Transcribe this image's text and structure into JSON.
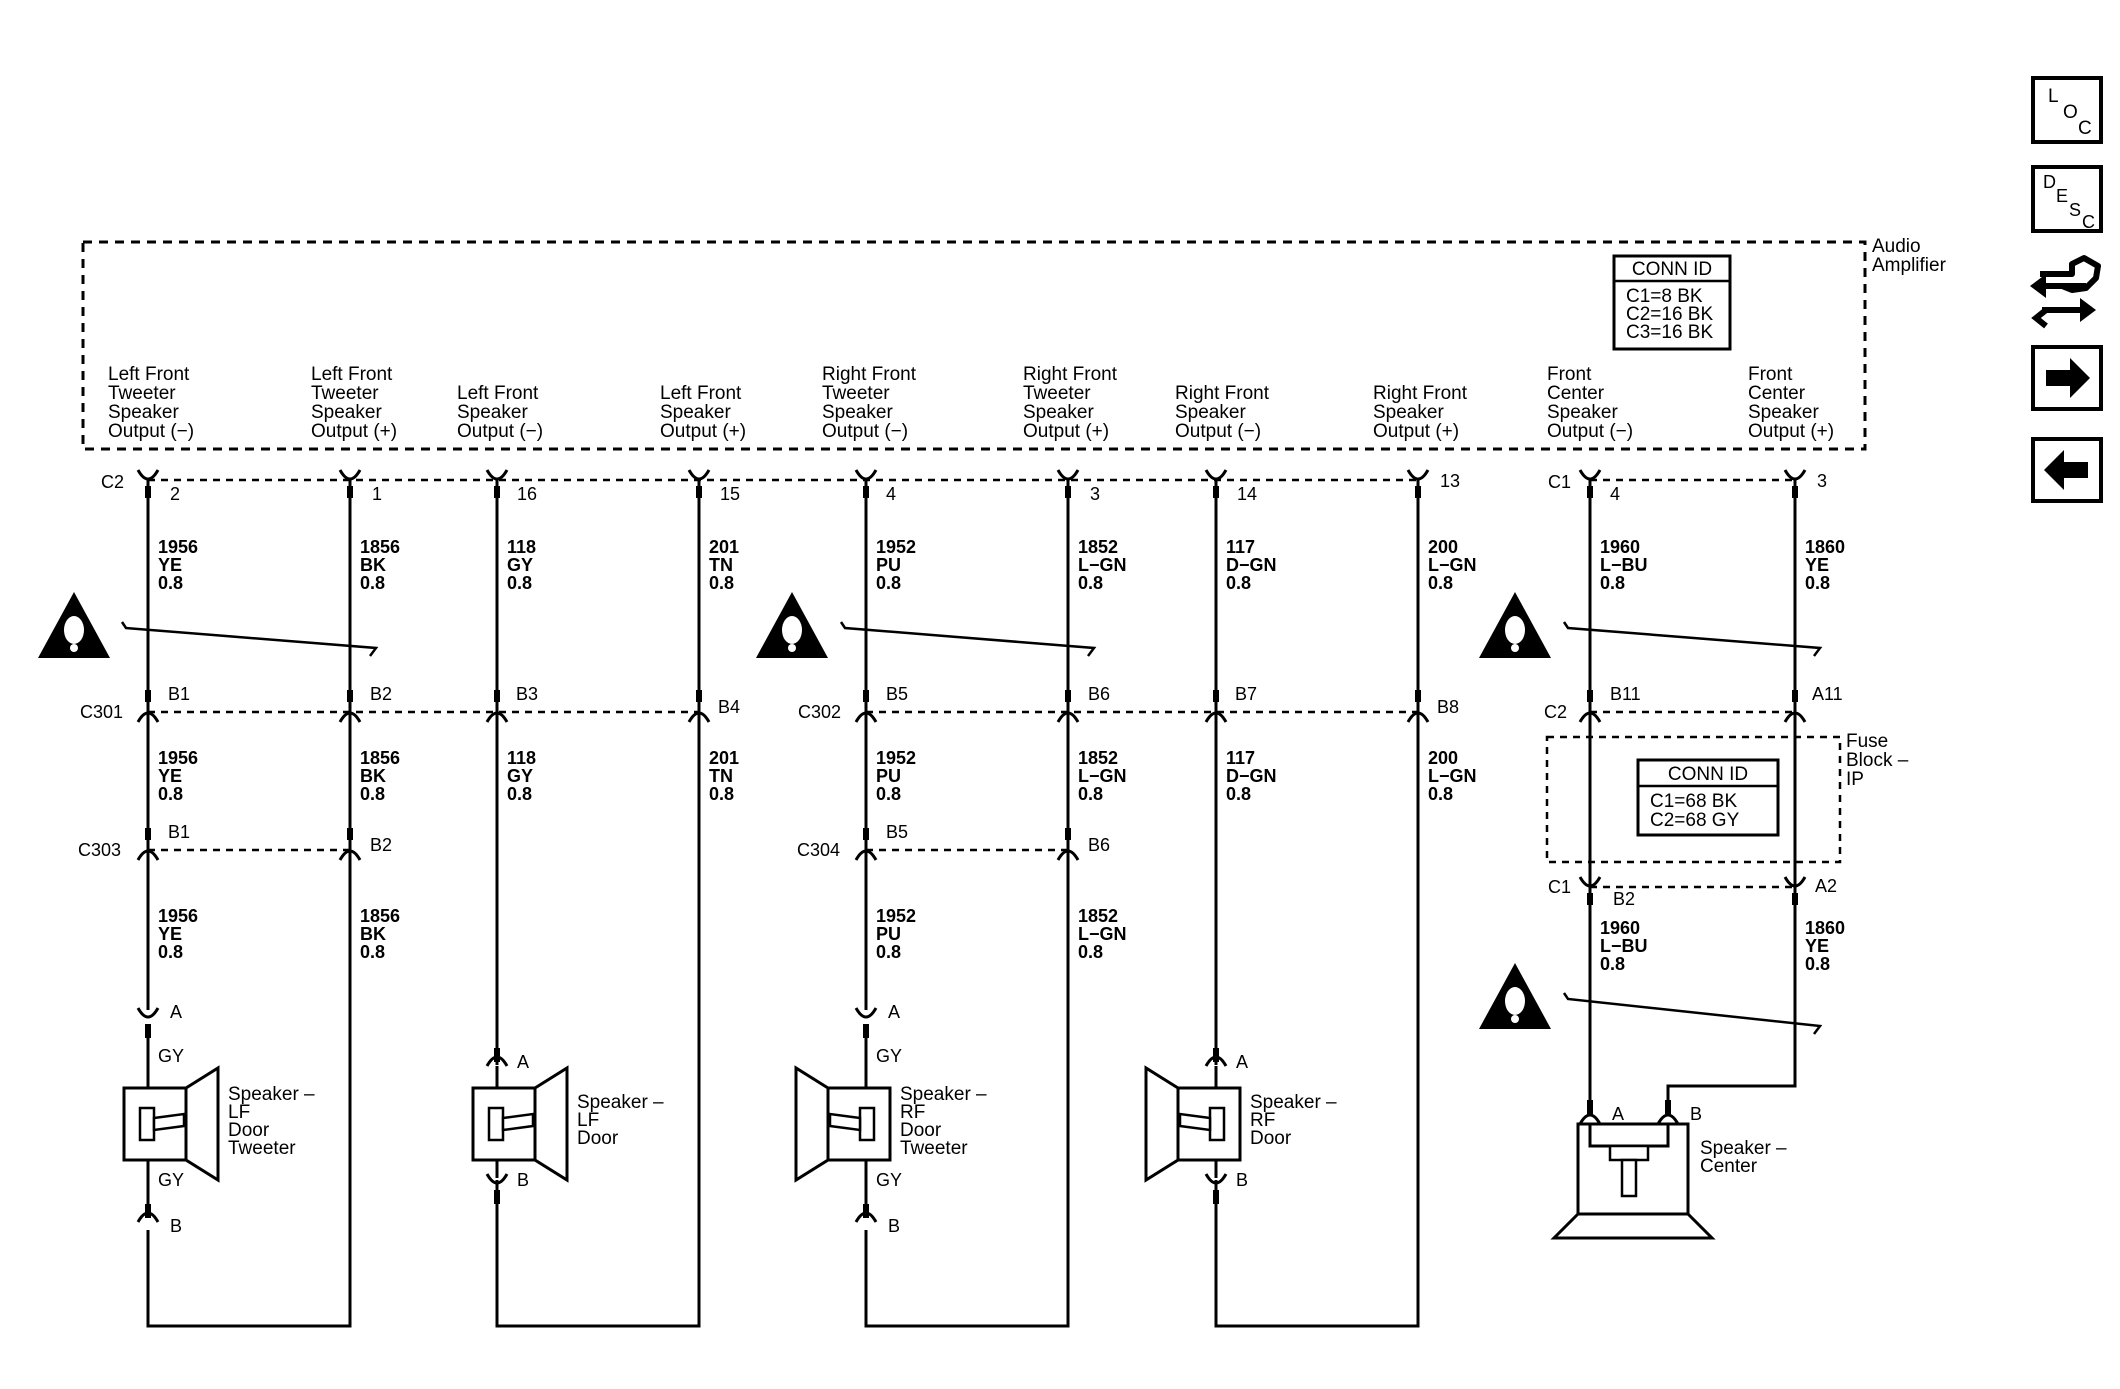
{
  "amplifier": {
    "title": [
      "Audio",
      "Amplifier"
    ],
    "conn_id": {
      "heading": "CONN ID",
      "rows": [
        "C1=8 BK",
        "C2=16 BK",
        "C3=16 BK"
      ]
    },
    "outputs": [
      [
        "Left Front",
        "Tweeter",
        "Speaker",
        "Output (−)"
      ],
      [
        "Left Front",
        "Tweeter",
        "Speaker",
        "Output (+)"
      ],
      [
        "Left Front",
        "Speaker",
        "Output (−)"
      ],
      [
        "Left Front",
        "Speaker",
        "Output (+)"
      ],
      [
        "Right Front",
        "Tweeter",
        "Speaker",
        "Output (−)"
      ],
      [
        "Right Front",
        "Tweeter",
        "Speaker",
        "Output (+)"
      ],
      [
        "Right Front",
        "Speaker",
        "Output (−)"
      ],
      [
        "Right Front",
        "Speaker",
        "Output (+)"
      ],
      [
        "Front",
        "Center",
        "Speaker",
        "Output (−)"
      ],
      [
        "Front",
        "Center",
        "Speaker",
        "Output (+)"
      ]
    ]
  },
  "connectors": {
    "c2": "C2",
    "c1": "C1",
    "c301": "C301",
    "c302": "C302",
    "c303": "C303",
    "c304": "C304",
    "fuse_c2": "C2",
    "fuse_c1": "C1"
  },
  "amp_pins": [
    "2",
    "1",
    "16",
    "15",
    "4",
    "3",
    "14",
    "13",
    "4",
    "3"
  ],
  "c301_pins": [
    "B1",
    "B2",
    "B3",
    "B4"
  ],
  "c302_pins": [
    "B5",
    "B6",
    "B7",
    "B8"
  ],
  "c303_pins": [
    "B1",
    "B2"
  ],
  "c304_pins": [
    "B5",
    "B6"
  ],
  "fuse_pins": {
    "top": [
      "B11",
      "A11"
    ],
    "bottom": [
      "B2",
      "A2"
    ]
  },
  "wires_top": [
    [
      "1956",
      "YE",
      "0.8"
    ],
    [
      "1856",
      "BK",
      "0.8"
    ],
    [
      "118",
      "GY",
      "0.8"
    ],
    [
      "201",
      "TN",
      "0.8"
    ],
    [
      "1952",
      "PU",
      "0.8"
    ],
    [
      "1852",
      "L−GN",
      "0.8"
    ],
    [
      "117",
      "D−GN",
      "0.8"
    ],
    [
      "200",
      "L−GN",
      "0.8"
    ],
    [
      "1960",
      "L−BU",
      "0.8"
    ],
    [
      "1860",
      "YE",
      "0.8"
    ]
  ],
  "wires_mid": [
    [
      "1956",
      "YE",
      "0.8"
    ],
    [
      "1856",
      "BK",
      "0.8"
    ],
    [
      "118",
      "GY",
      "0.8"
    ],
    [
      "201",
      "TN",
      "0.8"
    ],
    [
      "1952",
      "PU",
      "0.8"
    ],
    [
      "1852",
      "L−GN",
      "0.8"
    ],
    [
      "117",
      "D−GN",
      "0.8"
    ],
    [
      "200",
      "L−GN",
      "0.8"
    ]
  ],
  "wires_low": [
    [
      "1956",
      "YE",
      "0.8"
    ],
    [
      "1856",
      "BK",
      "0.8"
    ],
    [
      "1952",
      "PU",
      "0.8"
    ],
    [
      "1852",
      "L−GN",
      "0.8"
    ],
    [
      "1960",
      "L−BU",
      "0.8"
    ],
    [
      "1860",
      "YE",
      "0.8"
    ]
  ],
  "fuse_block": {
    "title": [
      "Fuse",
      "Block –",
      "IP"
    ],
    "conn_id": {
      "heading": "CONN ID",
      "rows": [
        "C1=68 BK",
        "C2=68 GY"
      ]
    }
  },
  "speakers": {
    "lf_tweeter": [
      "Speaker –",
      "LF",
      "Door",
      "Tweeter"
    ],
    "lf_door": [
      "Speaker –",
      "LF",
      "Door"
    ],
    "rf_tweeter": [
      "Speaker –",
      "RF",
      "Door",
      "Tweeter"
    ],
    "rf_door": [
      "Speaker –",
      "RF",
      "Door"
    ],
    "center": [
      "Speaker –",
      "Center"
    ]
  },
  "speaker_pins": {
    "a": "A",
    "b": "B"
  },
  "pigtail_color": "GY",
  "nav": {
    "loc_letters": [
      "L",
      "O",
      "C"
    ],
    "desc_letters": [
      "D",
      "E",
      "S",
      "C"
    ],
    "items": [
      "loc-icon",
      "desc-icon",
      "swap-connector-icon",
      "arrow-right-icon",
      "arrow-left-icon"
    ]
  }
}
